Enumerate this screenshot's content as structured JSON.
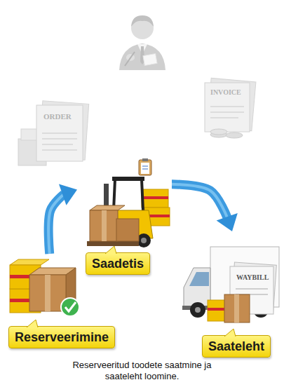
{
  "diagram": {
    "caption": "Reserveeritud toodete saatmine ja saateleht loomine.",
    "nodes": [
      {
        "text": [
          "Reserveerimine"
        ]
      },
      {
        "text": [
          "Saadetis"
        ]
      },
      {
        "text": [
          "Saateleht"
        ]
      }
    ],
    "edges": [
      {
        "from": 0,
        "to": 1,
        "arrow": "to"
      },
      {
        "from": 1,
        "to": 2,
        "arrow": "to"
      }
    ],
    "labels": [
      "ORDER",
      "INVOICE",
      "WAYBILL"
    ]
  }
}
